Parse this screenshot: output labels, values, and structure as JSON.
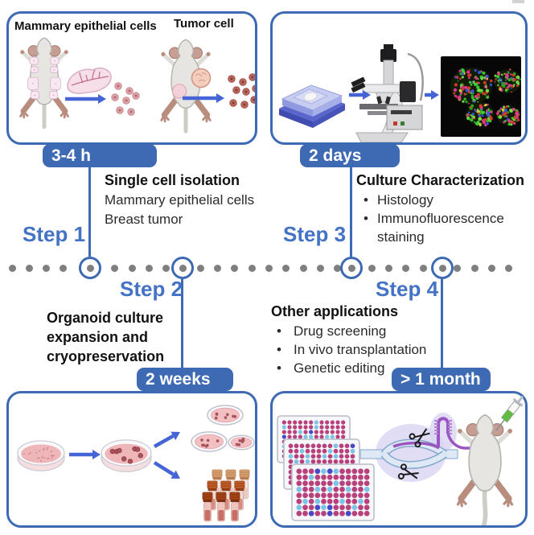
{
  "figure": {
    "panel_labels": {
      "mammary": "Mammary epithelial cells",
      "tumor": "Tumor cell"
    },
    "banners": {
      "step1": "3-4 h",
      "step2": "2 weeks",
      "step3": "2 days",
      "step4": "> 1 month"
    },
    "steps": {
      "step1": {
        "label": "Step 1",
        "title": "Single cell isolation",
        "lines": [
          "Mammary epithelial cells",
          "Breast tumor"
        ]
      },
      "step2": {
        "label": "Step 2",
        "title": "Organoid culture\nexpansion and\ncryopreservation"
      },
      "step3": {
        "label": "Step 3",
        "title": "Culture Characterization",
        "bullets": [
          "Histology",
          "Immunofluorescence staining"
        ]
      },
      "step4": {
        "label": "Step 4",
        "title": "Other applications",
        "bullets": [
          "Drug screening",
          "In vivo transplantation",
          "Genetic editing"
        ]
      }
    },
    "ui": {
      "bullet": "•"
    },
    "colors": {
      "accent_blue": "#3d6ab2",
      "step_text_blue": "#4472c4",
      "arrow_blue": "#4565d6",
      "timeline_dot_gray": "#7f7f7f",
      "text_black": "#1a1a1a"
    }
  }
}
